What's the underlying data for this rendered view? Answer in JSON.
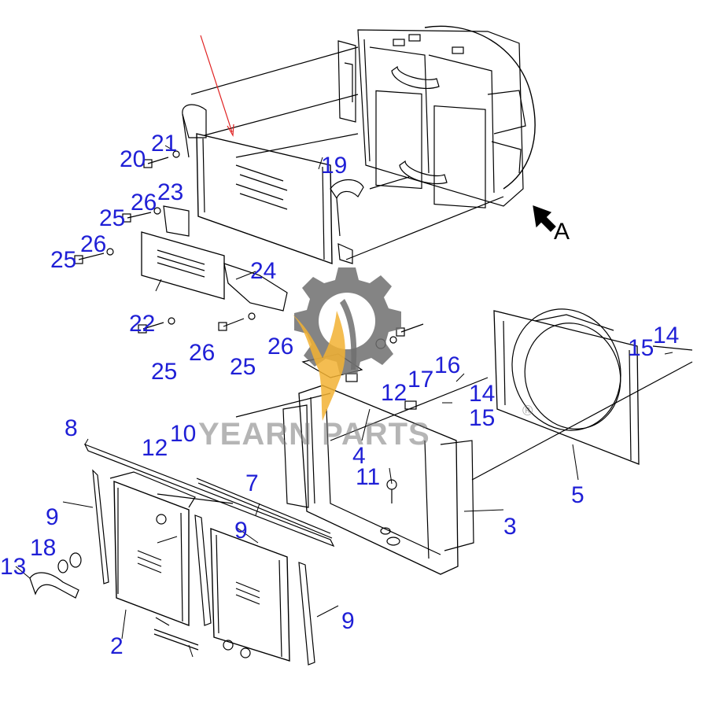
{
  "callouts": {
    "c2": "2",
    "c3": "3",
    "c4": "4",
    "c5": "5",
    "c7": "7",
    "c8": "8",
    "c9a": "9",
    "c9b": "9",
    "c9c": "9",
    "c10": "10",
    "c11": "11",
    "c12a": "12",
    "c12b": "12",
    "c13": "13",
    "c14a": "14",
    "c14b": "14",
    "c15a": "15",
    "c15b": "15",
    "c16": "16",
    "c17": "17",
    "c18": "18",
    "c19": "19",
    "c20": "20",
    "c21": "21",
    "c22": "22",
    "c23": "23",
    "c24": "24",
    "c25a": "25",
    "c25b": "25",
    "c25c": "25",
    "c25d": "25",
    "c26a": "26",
    "c26b": "26",
    "c26c": "26",
    "c26d": "26"
  },
  "view_letter": "A",
  "watermark": {
    "brand": "YEARN PARTS",
    "registered": "®"
  },
  "colors": {
    "callout_text": "#1f1fd6",
    "line_art": "#000000",
    "pointer_arrow": "#e02020",
    "watermark_gear": "#6e6e6e",
    "watermark_flame": "#f2b233"
  }
}
